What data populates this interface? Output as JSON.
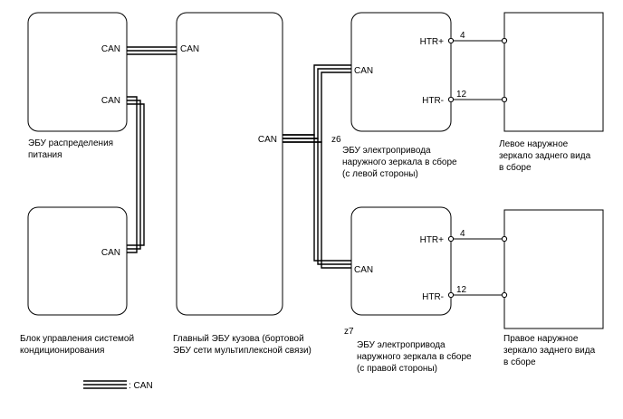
{
  "blocks": {
    "power_ecu": {
      "can_top": "CAN",
      "can_bottom": "CAN",
      "caption_line1": "ЭБУ распределения",
      "caption_line2": "питания"
    },
    "climate_ecu": {
      "can": "CAN",
      "caption_line1": "Блок управления системой",
      "caption_line2": "кондиционирования"
    },
    "main_body_ecu": {
      "can_top": "CAN",
      "can_mid": "CAN",
      "caption_line1": "Главный ЭБУ кузова (бортовой",
      "caption_line2": "ЭБУ сети мультиплексной связи)"
    },
    "left_mirror_ecu": {
      "connector": "z6",
      "can": "CAN",
      "htr_plus": "HTR+",
      "htr_minus": "HTR-",
      "pin_plus": "4",
      "pin_minus": "12",
      "caption_line1": "ЭБУ электропривода",
      "caption_line2": "наружного зеркала в сборе",
      "caption_line3": "(с левой стороны)"
    },
    "right_mirror_ecu": {
      "connector": "z7",
      "can": "CAN",
      "htr_plus": "HTR+",
      "htr_minus": "HTR-",
      "pin_plus": "4",
      "pin_minus": "12",
      "caption_line1": "ЭБУ электропривода",
      "caption_line2": "наружного зеркала в сборе",
      "caption_line3": "(с правой стороны)"
    },
    "left_mirror": {
      "caption_line1": "Левое наружное",
      "caption_line2": "зеркало заднего вида",
      "caption_line3": "в сборе"
    },
    "right_mirror": {
      "caption_line1": "Правое наружное",
      "caption_line2": "зеркало заднего вида",
      "caption_line3": "в сборе"
    }
  },
  "legend": {
    "label": ": CAN"
  }
}
